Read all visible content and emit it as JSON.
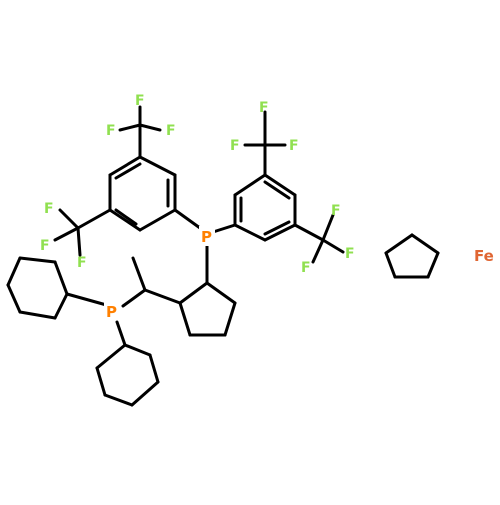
{
  "molecule": {
    "colors": {
      "bond": "#000000",
      "fluorine": "#90E050",
      "phosphorus": "#FF8000",
      "iron": "#E06633"
    },
    "atom_labels": {
      "F": "F",
      "P": "P",
      "Fe": "Fe"
    }
  }
}
